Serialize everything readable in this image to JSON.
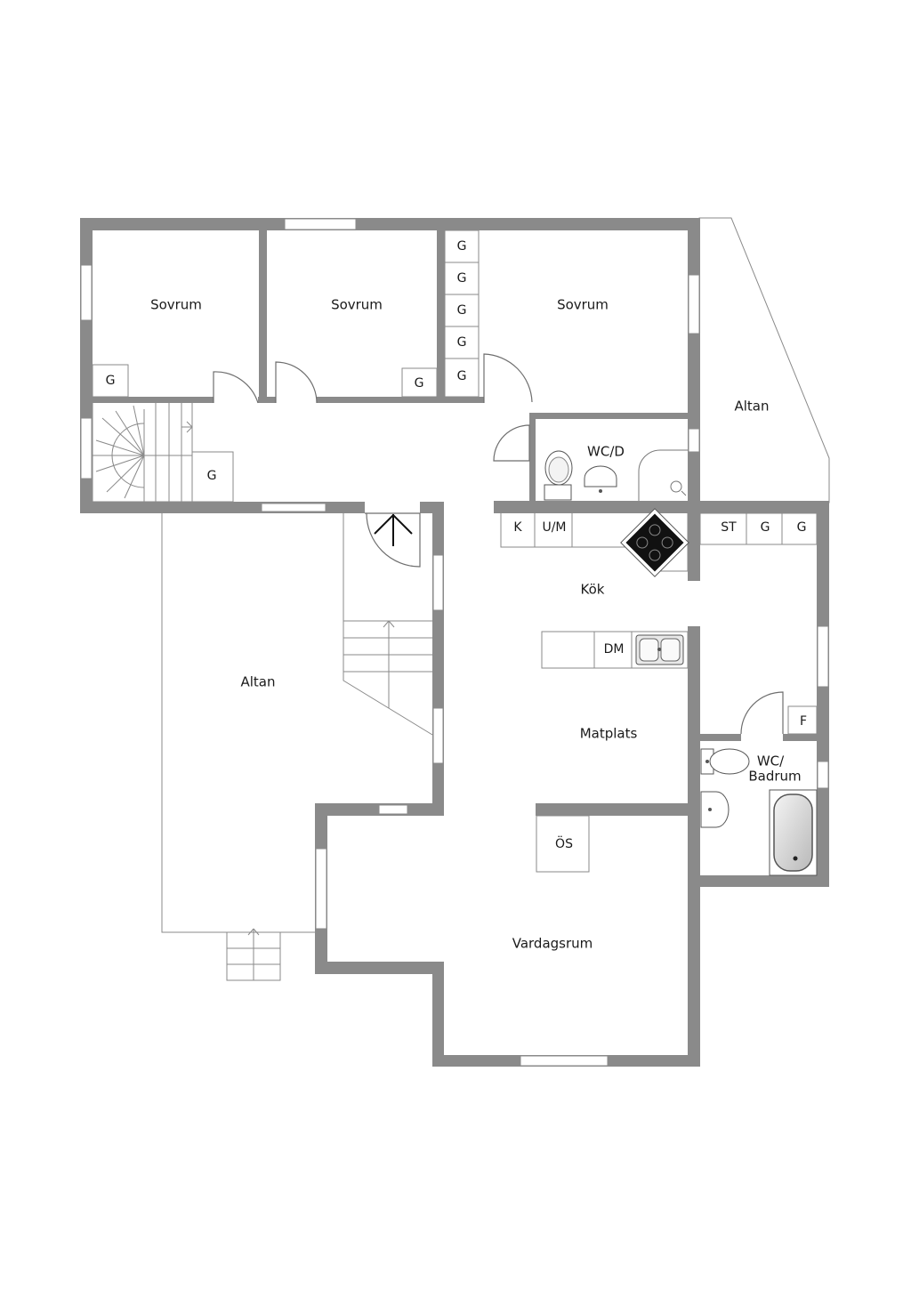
{
  "rooms": {
    "sovrum_1": "Sovrum",
    "sovrum_2": "Sovrum",
    "sovrum_3": "Sovrum",
    "altan_east": "Altan",
    "wc_d": "WC/D",
    "kok": "Kök",
    "altan_west": "Altan",
    "matplats": "Matplats",
    "wc_badrum_line1": "WC/",
    "wc_badrum_line2": "Badrum",
    "vardagsrum": "Vardagsrum"
  },
  "fixtures": {
    "wardrobe": "G",
    "kyl": "K",
    "ugn_micro": "U/M",
    "diskmaskin": "DM",
    "stad": "ST",
    "fryst": "F",
    "oppen_spis": "ÖS"
  }
}
